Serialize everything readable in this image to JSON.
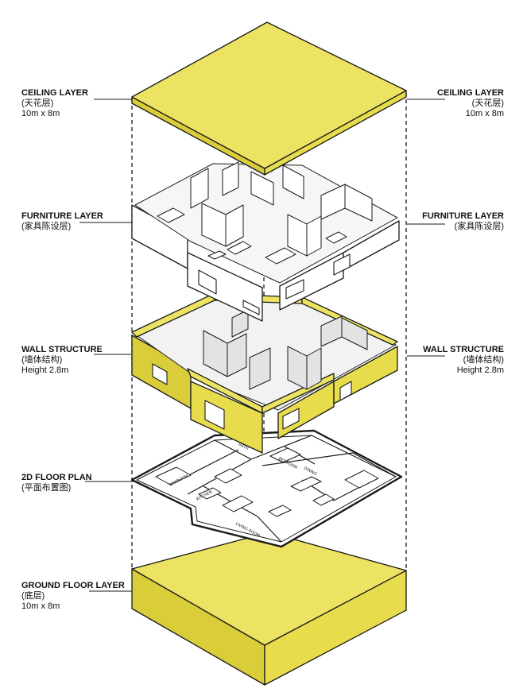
{
  "layers": [
    {
      "id": "ceiling",
      "title": "CEILING LAYER",
      "sub": "(天花层)",
      "dim": "10m x 8m"
    },
    {
      "id": "furniture",
      "title": "FURNITURE LAYER",
      "sub": "(家具陈设层)",
      "dim": ""
    },
    {
      "id": "wall",
      "title": "WALL STRUCTURE",
      "sub": "(墙体结构)",
      "dim": "Height 2.8m"
    },
    {
      "id": "plan",
      "title": "2D FLOOR PLAN",
      "sub": "(平面布置图)",
      "dim": ""
    },
    {
      "id": "ground",
      "title": "GROUND FLOOR LAYER",
      "sub": "(底层)",
      "dim": "10m x 8m"
    }
  ],
  "room_labels": [
    "BEDROOM",
    "KITCHEN",
    "LIVING ROOM",
    "DINING",
    "BATH",
    "BEDROOM"
  ],
  "colors": {
    "slab": "#ece363",
    "slab_side": "#d9cd3a",
    "line": "#1a1a1a",
    "wall_inner": "#efefef"
  }
}
